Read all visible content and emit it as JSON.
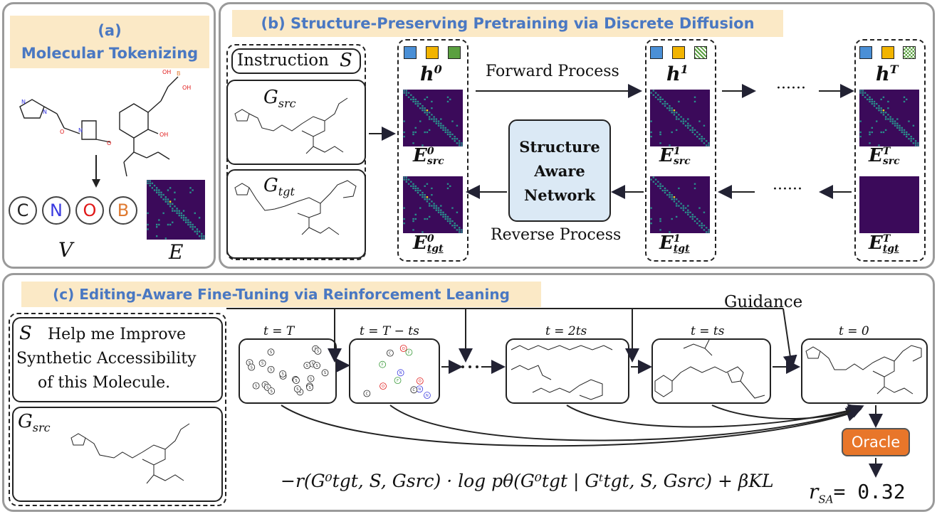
{
  "panel_a": {
    "title_tag": "(a)",
    "title": "Molecular Tokenizing",
    "atoms": [
      {
        "symbol": "C",
        "color": "#222222"
      },
      {
        "symbol": "N",
        "color": "#3a3ae0"
      },
      {
        "symbol": "O",
        "color": "#e01818"
      },
      {
        "symbol": "B",
        "color": "#e07a30"
      }
    ],
    "v_label": "V",
    "e_label": "E"
  },
  "panel_b": {
    "title": "(b) Structure-Preserving Pretraining via Discrete Diffusion",
    "instruction_label": "Instruction",
    "instruction_symbol": "S",
    "g_src": "G",
    "g_src_sub": "src",
    "g_tgt": "G",
    "g_tgt_sub": "tgt",
    "h0": "h",
    "h0_sup": "0",
    "h1": "h",
    "h1_sup": "1",
    "hT": "h",
    "hT_sup": "T",
    "E_src0": "E",
    "E_src0_sup": "0",
    "E_src0_sub": "src",
    "E_src1": "E",
    "E_src1_sup": "1",
    "E_src1_sub": "src",
    "E_srcT": "E",
    "E_srcT_sup": "T",
    "E_srcT_sub": "src",
    "E_tgt0": "E",
    "E_tgt0_sup": "0",
    "E_tgt0_sub": "tgt",
    "E_tgt1": "E",
    "E_tgt1_sup": "1",
    "E_tgt1_sub": "tgt",
    "E_tgtT": "E",
    "E_tgtT_sup": "T",
    "E_tgtT_sub": "tgt",
    "forward": "Forward Process",
    "reverse": "Reverse Process",
    "network": [
      "Structure",
      "Aware",
      "Network"
    ],
    "dots_top": "······",
    "dots_bottom": "······",
    "token_colors": {
      "blue": "#4a8fd6",
      "yellow": "#f2b400",
      "green": "#5aa040"
    }
  },
  "panel_c": {
    "title": "(c) Editing-Aware Fine-Tuning via Reinforcement Leaning",
    "s_symbol": "S",
    "instruction_lines": [
      "Help me Improve",
      "Synthetic Accessibility",
      "of this Molecule."
    ],
    "g_src": "G",
    "g_src_sub": "src",
    "guidance": "Guidance",
    "steps": [
      "t = T",
      "t = T − ts",
      "t = 2ts",
      "t = ts",
      "t = 0"
    ],
    "oracle": "Oracle",
    "loss": "−r(G⁰tgt, S, Gsrc) · log pθ(G⁰tgt | Gᵗtgt, S, Gsrc) + βKL",
    "reward_symbol": "r",
    "reward_sub": "SA",
    "reward_value": "= 0.32",
    "oracle_color": "#e8762a"
  },
  "colors": {
    "panel_border": "#9a9a9a",
    "header_bg": "#fbe9c6",
    "header_text": "#4a78c2",
    "matrix_bg": "#3b0a5a",
    "network_bg": "#dbe9f5"
  }
}
